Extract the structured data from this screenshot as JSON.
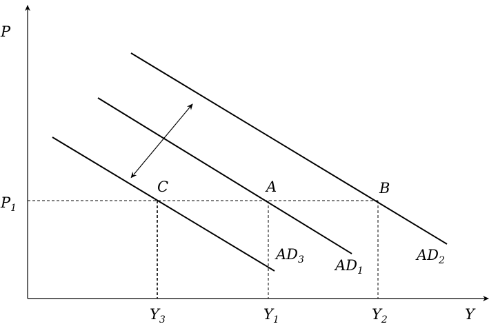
{
  "axes": {
    "y_label": "P",
    "x_label": "Y"
  },
  "price_level": {
    "main": "P",
    "sub": "1"
  },
  "points": [
    {
      "id": "C",
      "label": "C"
    },
    {
      "id": "A",
      "label": "A"
    },
    {
      "id": "B",
      "label": "B"
    }
  ],
  "curves": [
    {
      "id": "ad3",
      "main": "AD",
      "sub": "3"
    },
    {
      "id": "ad1",
      "main": "AD",
      "sub": "1"
    },
    {
      "id": "ad2",
      "main": "AD",
      "sub": "2"
    }
  ],
  "output_levels": [
    {
      "id": "y3",
      "main": "Y",
      "sub": "3"
    },
    {
      "id": "y1",
      "main": "Y",
      "sub": "1"
    },
    {
      "id": "y2",
      "main": "Y",
      "sub": "2"
    }
  ],
  "colors": {
    "line": "#000000",
    "background": "#ffffff"
  }
}
